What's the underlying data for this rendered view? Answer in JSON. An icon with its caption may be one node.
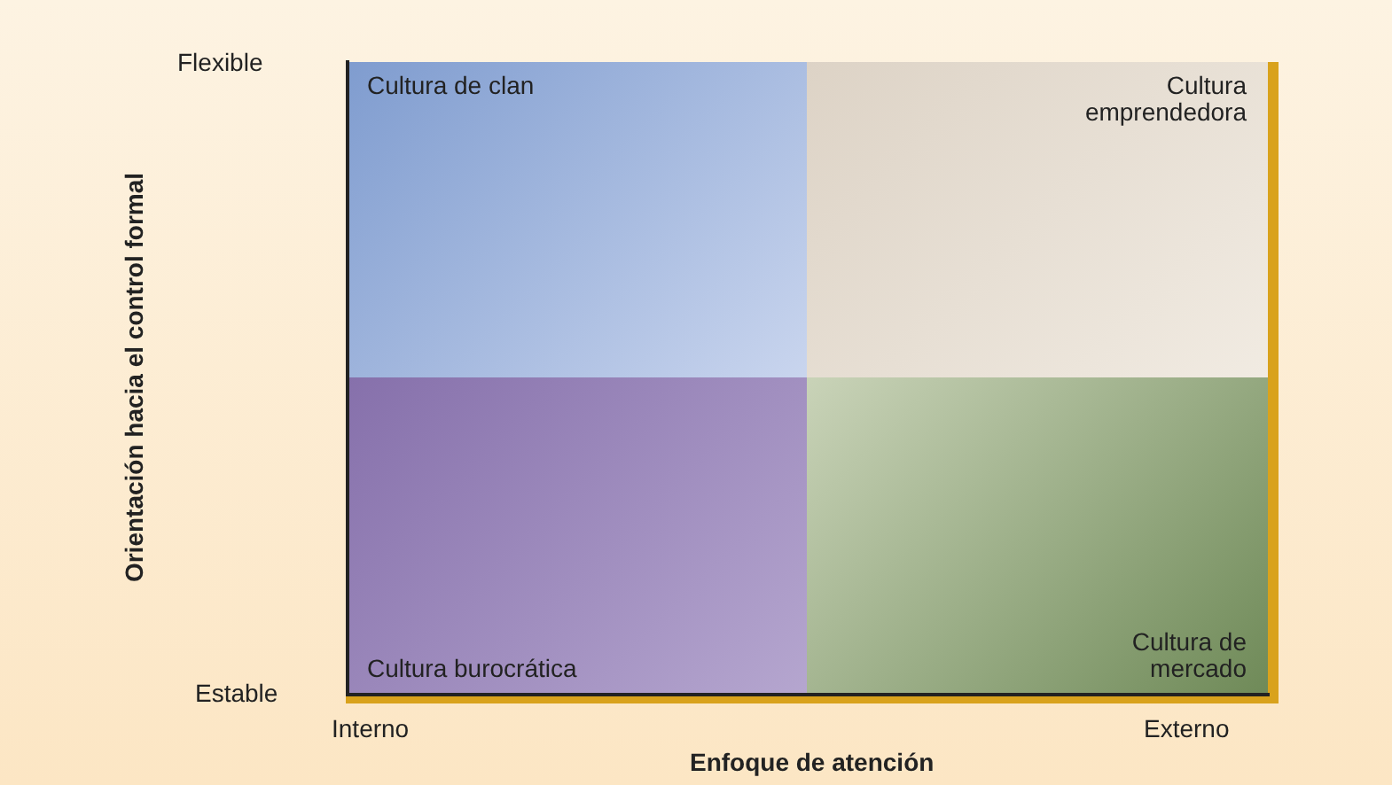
{
  "diagram": {
    "nodes": [
      {
        "text": [
          "Cultura de clan"
        ]
      },
      {
        "text": [
          "Cultura emprendedora"
        ]
      },
      {
        "text": [
          "Cultura burocrática"
        ]
      },
      {
        "text": [
          "Cultura de mercado"
        ]
      }
    ],
    "labels": [
      "Flexible",
      "Orientación hacia el control formal",
      "Estable",
      "Interno",
      "Externo",
      "Enfoque de atención"
    ]
  }
}
